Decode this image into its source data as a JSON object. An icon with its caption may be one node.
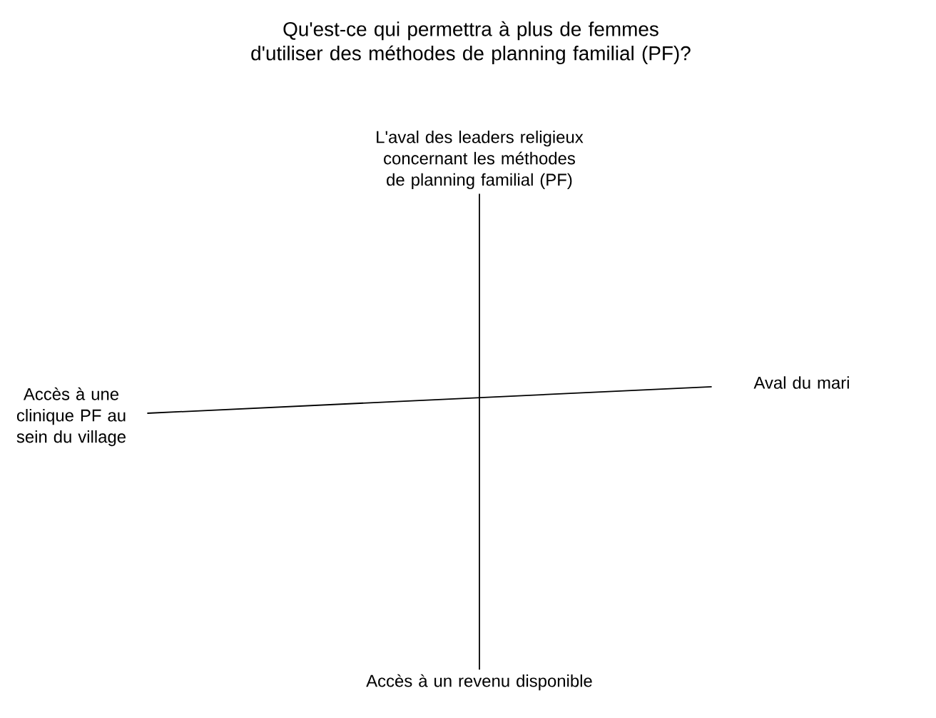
{
  "diagram": {
    "title": "Qu'est-ce qui permettra à plus de femmes d'utiliser des méthodes de planning familial (PF)?",
    "nodes": [
      {
        "text": [
          "L'aval des leaders religieux concernant les méthodes de planning familial (PF)"
        ]
      },
      {
        "text": [
          "Accès à une clinique PF au sein du village"
        ]
      },
      {
        "text": [
          "Aval du mari"
        ]
      },
      {
        "text": [
          "Accès à un revenu disponible"
        ]
      }
    ],
    "edges": [
      {
        "from": 0,
        "to": 3,
        "arrow": "none"
      },
      {
        "from": 1,
        "to": 2,
        "arrow": "none"
      }
    ]
  }
}
